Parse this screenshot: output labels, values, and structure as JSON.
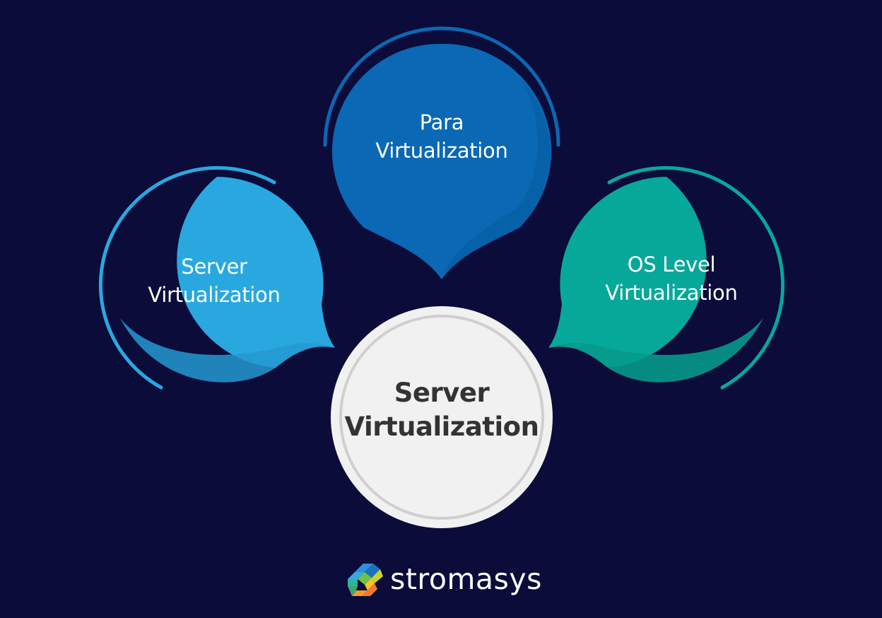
{
  "diagram": {
    "title": "Server Virtualization",
    "center": {
      "line1": "Server",
      "line2": "Virtualization",
      "fill": "#f1f1f1",
      "ring": "#cfcfcf",
      "text_color": "#333333"
    },
    "bubbles": [
      {
        "id": "para",
        "line1": "Para",
        "line2": "Virtualization",
        "color": "#0a68b4",
        "position": "top"
      },
      {
        "id": "server",
        "line1": "Server",
        "line2": "Virtualization",
        "color": "#29a8e0",
        "position": "left"
      },
      {
        "id": "os-level",
        "line1": "OS Level",
        "line2": "Virtualization",
        "color": "#06a89a",
        "position": "right"
      }
    ],
    "background": "#0c0c3a"
  },
  "brand": {
    "name": "stromasys"
  }
}
